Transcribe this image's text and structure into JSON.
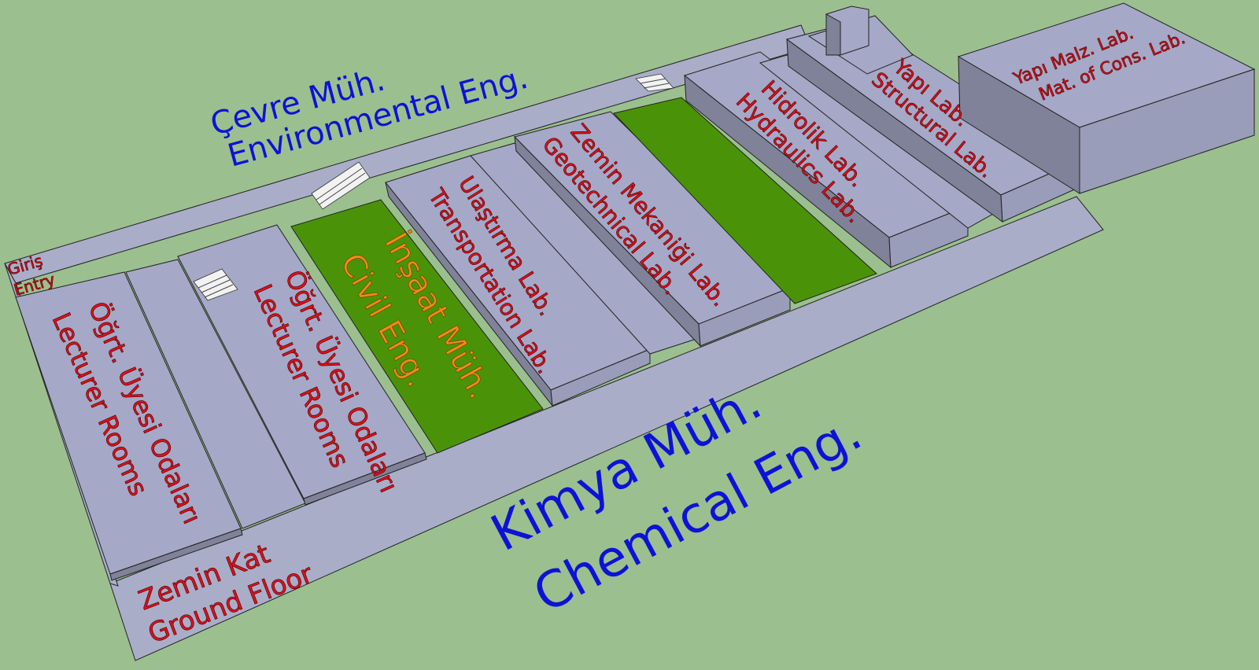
{
  "labels": {
    "environmental_tr": "Çevre Müh.",
    "environmental_en": "Environmental Eng.",
    "entry_tr": "Giriş",
    "entry_en": "Entry",
    "lecturer_tr": "Öğrt. Üyesi Odaları",
    "lecturer_en": "Lecturer Rooms",
    "civil_tr": "İnşaat Müh.",
    "civil_en": "Civil Eng.",
    "transport_tr": "Ulaştırma Lab.",
    "transport_en": "Transportation Lab.",
    "geotech_tr": "Zemin Mekaniği Lab.",
    "geotech_en": "Geotechnical Lab.",
    "hydraulics_tr": "Hidrolik Lab.",
    "hydraulics_en": "Hydraulics Lab.",
    "structural_tr": "Yapı Lab.",
    "structural_en": "Structural  Lab.",
    "materials_tr": "Yapı Malz. Lab.",
    "materials_en": "Mat. of Cons. Lab.",
    "chemical_tr": "Kimya Müh.",
    "chemical_en": "Chemical Eng.",
    "floor_tr": "Zemin Kat",
    "floor_en": "Ground Floor"
  },
  "colors": {
    "background": "#9bbf8f",
    "building": "#a5a8c6",
    "courtyard": "#4a9309",
    "lab_label": "#d8131f",
    "department_label": "#0d12d6",
    "civil_label": "#f08a12"
  }
}
